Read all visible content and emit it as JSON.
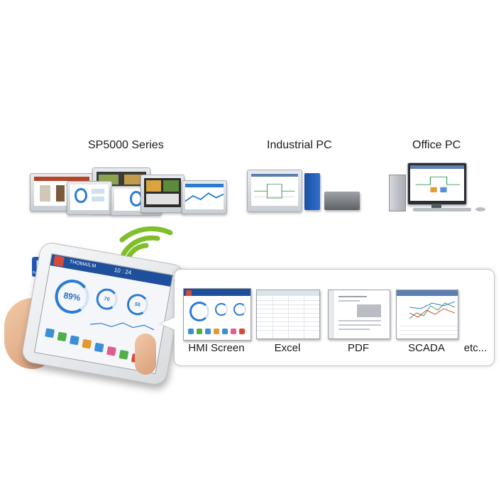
{
  "devices": {
    "sp5000": {
      "title": "SP5000 Series"
    },
    "industrial_pc": {
      "title": "Industrial PC"
    },
    "office_pc": {
      "title": "Office PC"
    }
  },
  "logo": {
    "text": "Pro-face"
  },
  "tablet": {
    "header_user": "THOMAS.M",
    "header_time": "10 : 24",
    "gauge_main": "89%",
    "gauge_small_1": "70",
    "gauge_small_2": "55"
  },
  "outputs": [
    {
      "label": "HMI Screen"
    },
    {
      "label": "Excel"
    },
    {
      "label": "PDF"
    },
    {
      "label": "SCADA"
    }
  ],
  "etc_label": "etc...",
  "colors": {
    "accent_blue": "#2a7bd3",
    "wifi_green": "#7fbf2a",
    "header_blue": "#1d4f9c"
  }
}
